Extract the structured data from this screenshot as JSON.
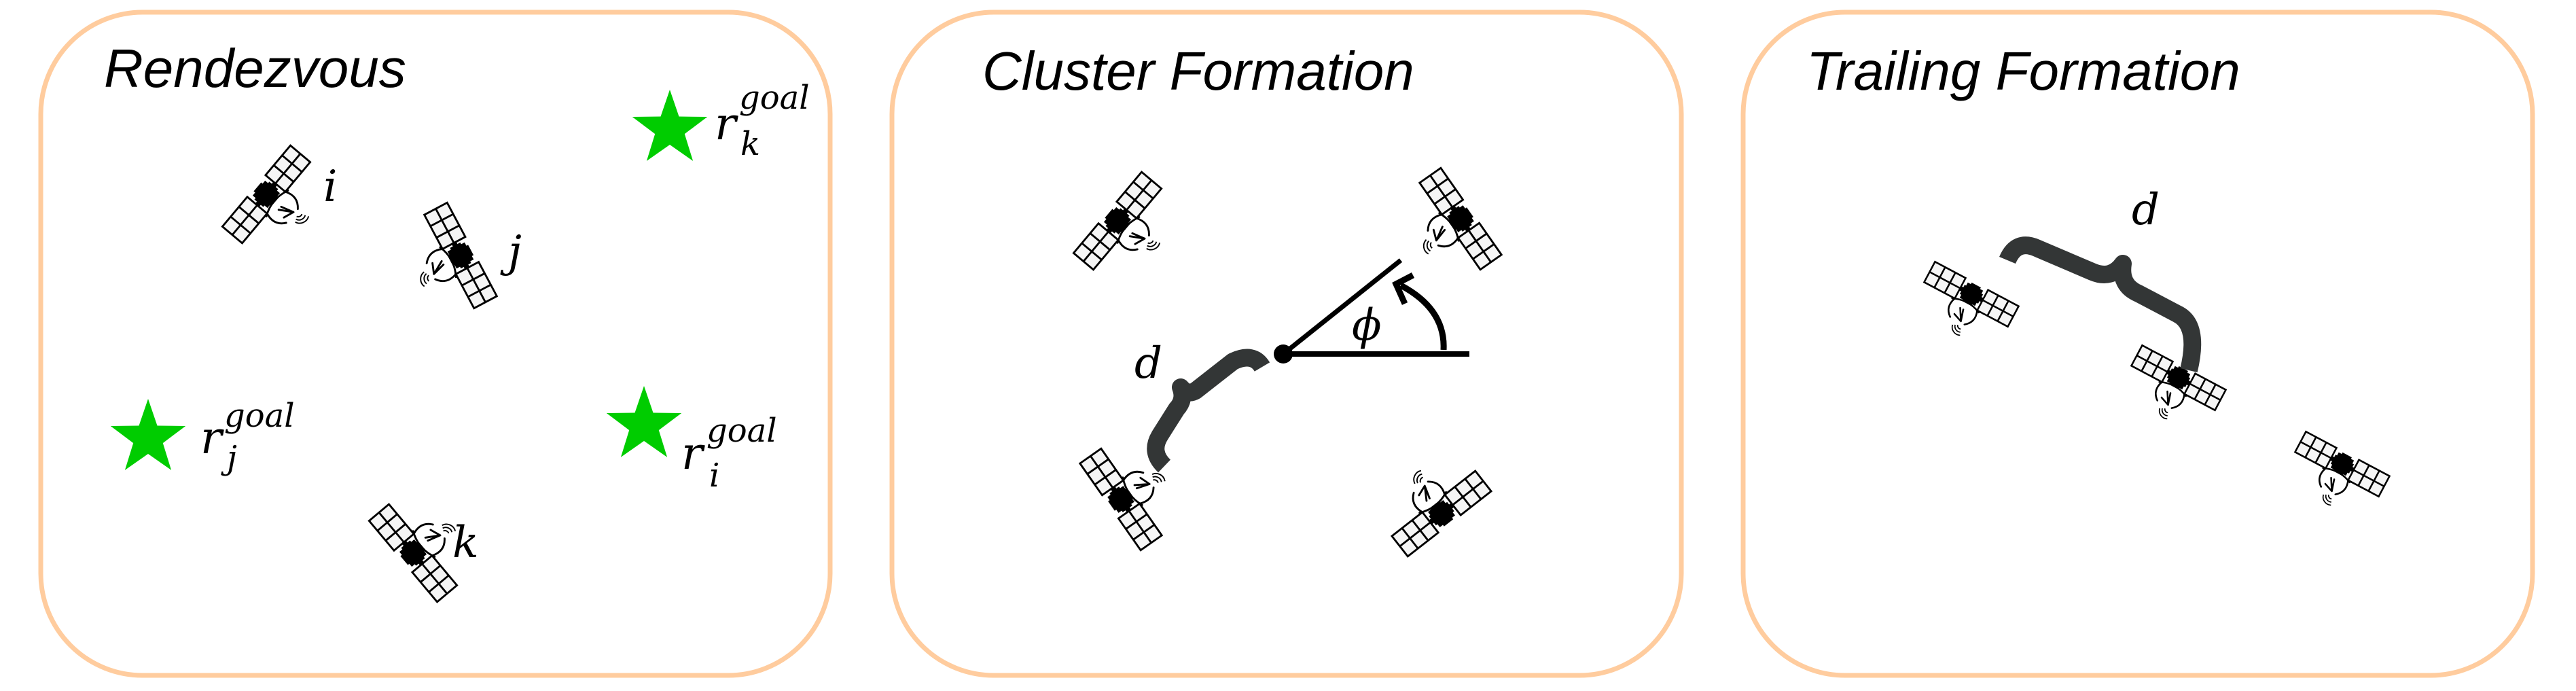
{
  "figure": {
    "colors": {
      "panel_border": "#FFCC9E",
      "goal_star": "#00CC00",
      "brace": "#333636",
      "ink": "#000000"
    },
    "panels": [
      {
        "id": "rendezvous",
        "title": "Rendezvous",
        "satellites": [
          {
            "label": "i"
          },
          {
            "label": "j"
          },
          {
            "label": "k"
          }
        ],
        "goals": [
          {
            "symbol": "r",
            "superscript": "goal",
            "subscript": "k"
          },
          {
            "symbol": "r",
            "superscript": "goal",
            "subscript": "j"
          },
          {
            "symbol": "r",
            "superscript": "goal",
            "subscript": "i"
          }
        ]
      },
      {
        "id": "cluster",
        "title": "Cluster Formation",
        "satellite_count": 4,
        "distance_label": "d",
        "angle_label": "ϕ"
      },
      {
        "id": "trailing",
        "title": "Trailing Formation",
        "satellite_count": 3,
        "distance_label": "d"
      }
    ]
  }
}
